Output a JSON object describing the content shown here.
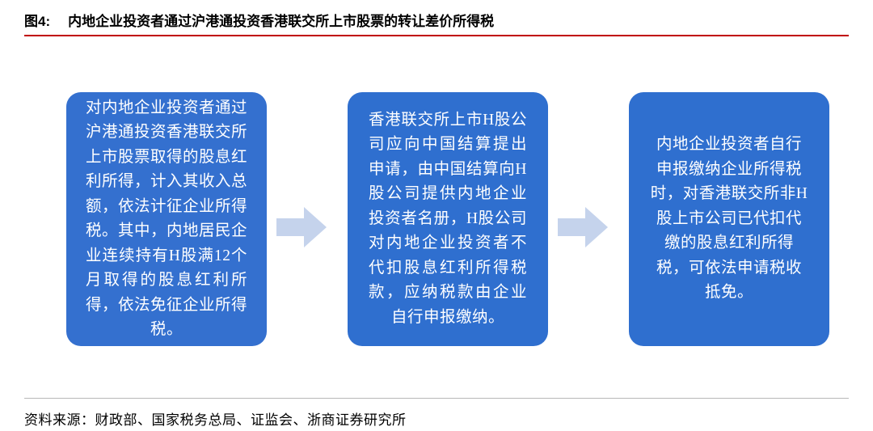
{
  "figure": {
    "label": "图4:",
    "title": "内地企业投资者通过沪港通投资香港联交所上市股票的转让差价所得税",
    "rule_color": "#c00000"
  },
  "diagram": {
    "type": "flow",
    "box_color": "#2f6fcf",
    "arrow_color": "#c5d3ec",
    "boxes": [
      {
        "id": "box-1",
        "text": "对内地企业投资者通过沪港通投资香港联交所上市股票取得的股息红利所得，计入其收入总额，依法计征企业所得税。其中，内地居民企业连续持有H股满12个月取得的股息红利所得，依法免征企业所得税。"
      },
      {
        "id": "box-2",
        "text": "香港联交所上市H股公司应向中国结算提出申请，由中国结算向H股公司提供内地企业投资者名册，H股公司对内地企业投资者不代扣股息红利所得税款，应纳税款由企业自行申报缴纳。"
      },
      {
        "id": "box-3",
        "text": "内地企业投资者自行申报缴纳企业所得税时，对香港联交所非H股上市公司已代扣代缴的股息红利所得税，可依法申请税收抵免。"
      }
    ],
    "arrows": [
      {
        "id": "arrow-1",
        "from": "box-1",
        "to": "box-2"
      },
      {
        "id": "arrow-2",
        "from": "box-2",
        "to": "box-3"
      }
    ]
  },
  "footer": {
    "source": "资料来源：财政部、国家税务总局、证监会、浙商证券研究所"
  }
}
